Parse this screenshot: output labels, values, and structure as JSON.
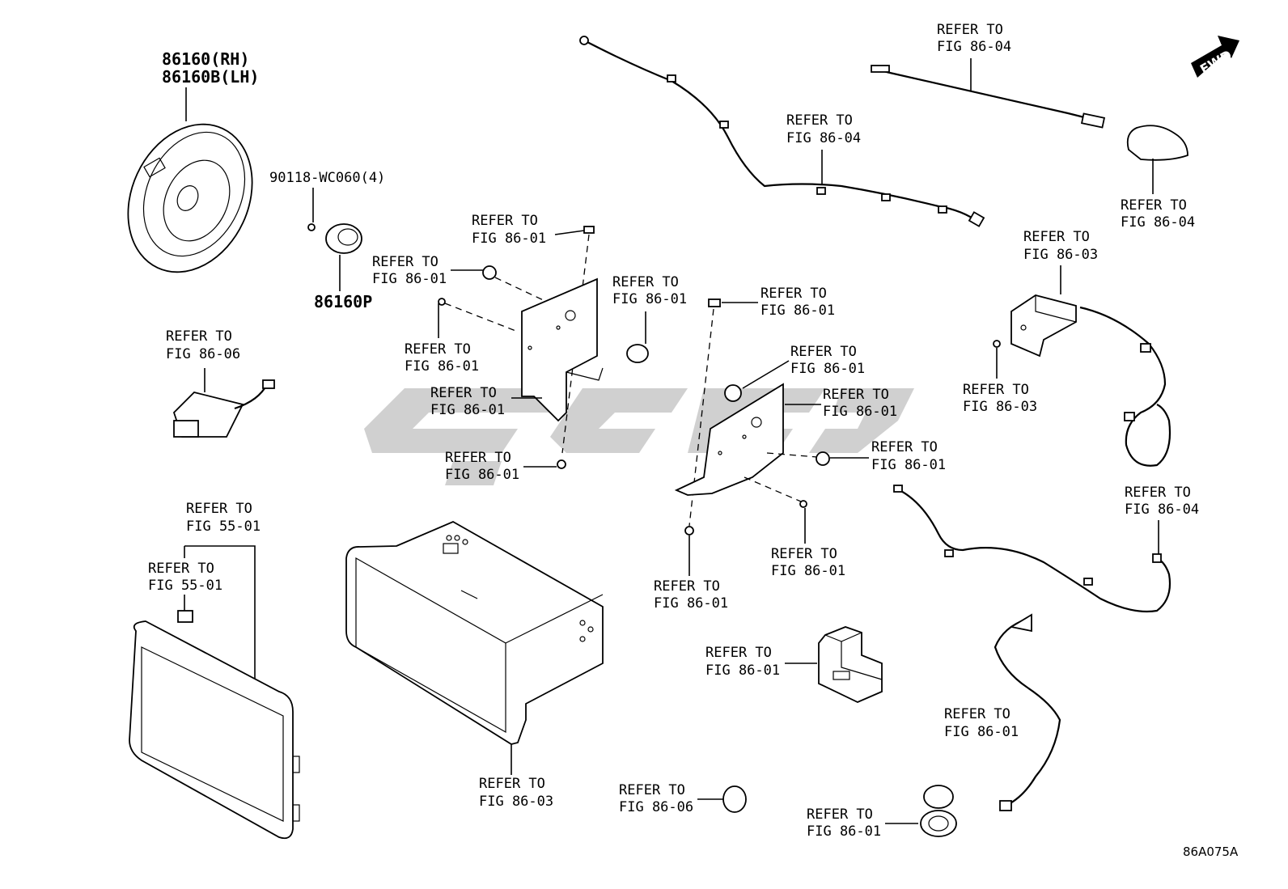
{
  "diagram": {
    "part_codes": {
      "speaker_rh": "86160(RH)",
      "speaker_lh": "86160B(LH)",
      "screw": "90118-WC060(4)",
      "tweeter": "86160P"
    },
    "refer_to": "REFER TO",
    "figs": {
      "f8601": "FIG 86-01",
      "f8603": "FIG 86-03",
      "f8604": "FIG 86-04",
      "f8606": "FIG 86-06",
      "f5501": "FIG 55-01"
    },
    "fwd_label": "FWD",
    "diagram_code": "86A075A",
    "watermark_color": "#c8c8c8"
  }
}
